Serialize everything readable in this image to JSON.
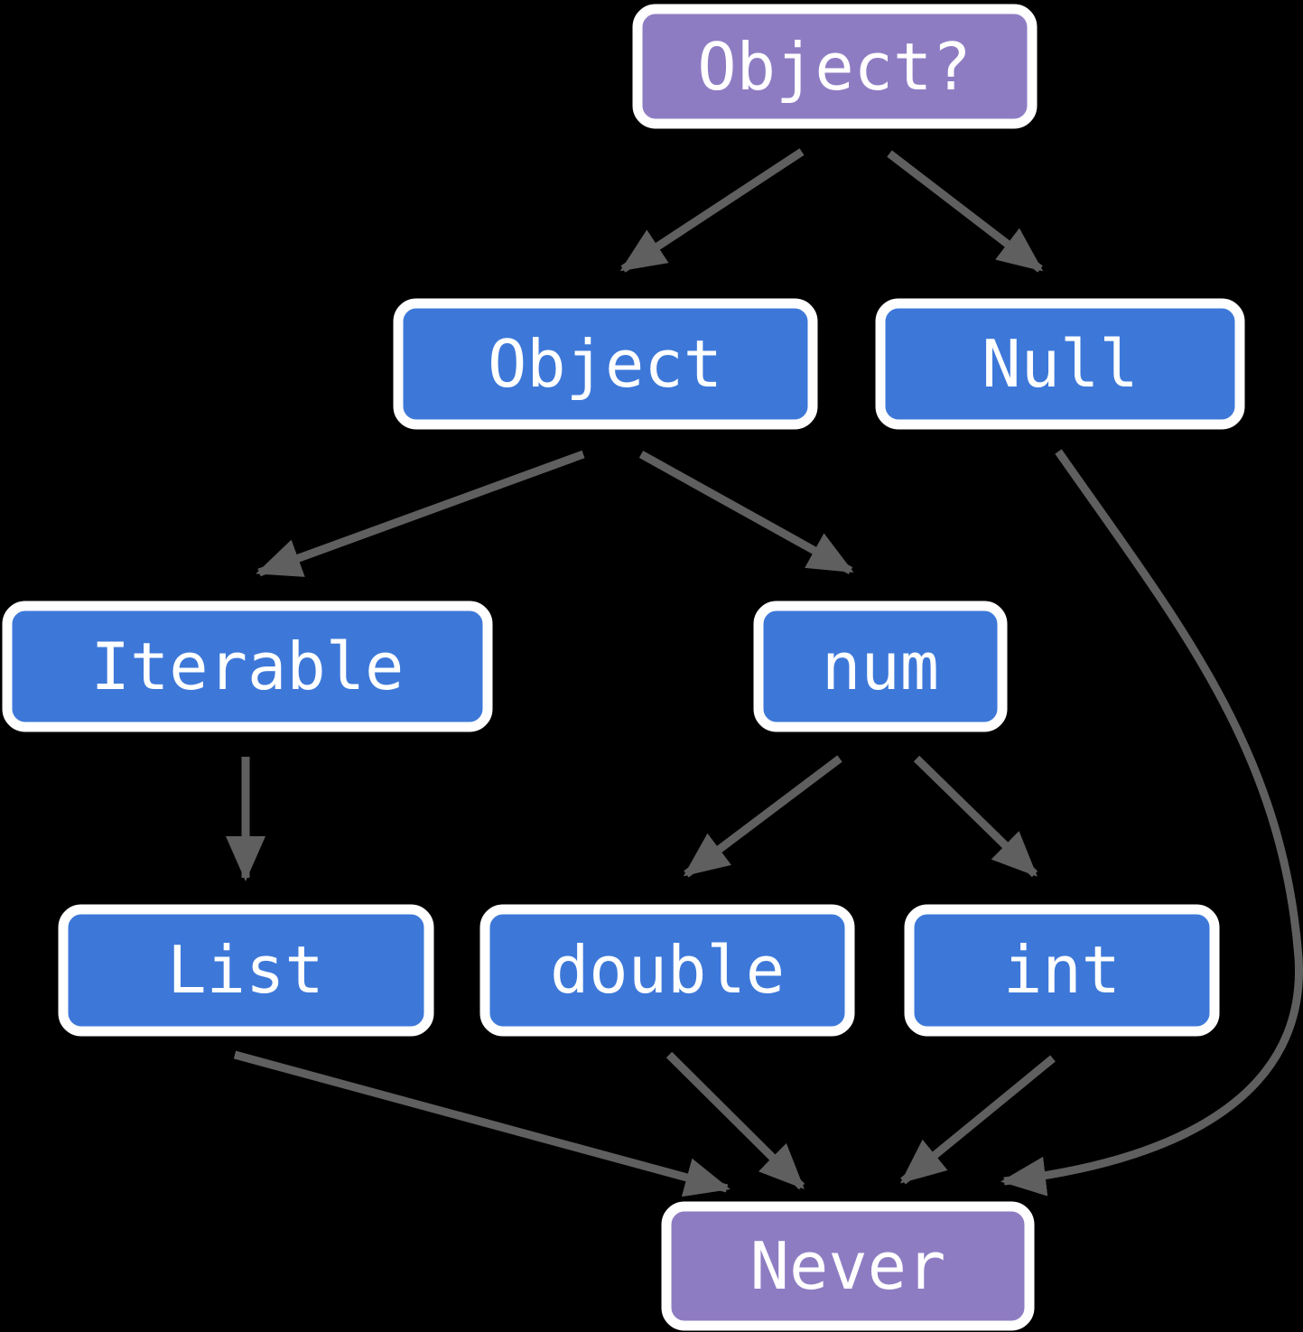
{
  "diagram": {
    "kind": "type-hierarchy",
    "nodes": {
      "object_nullable": {
        "label": "Object?",
        "role": "nullable-top-type"
      },
      "object": {
        "label": "Object",
        "role": "type"
      },
      "null": {
        "label": "Null",
        "role": "type"
      },
      "iterable": {
        "label": "Iterable",
        "role": "type"
      },
      "num": {
        "label": "num",
        "role": "type"
      },
      "list": {
        "label": "List",
        "role": "type"
      },
      "double": {
        "label": "double",
        "role": "type"
      },
      "int": {
        "label": "int",
        "role": "type"
      },
      "never": {
        "label": "Never",
        "role": "bottom-type"
      }
    },
    "edges": [
      {
        "from": "Object?",
        "to": "Object"
      },
      {
        "from": "Object?",
        "to": "Null"
      },
      {
        "from": "Object",
        "to": "Iterable"
      },
      {
        "from": "Object",
        "to": "num"
      },
      {
        "from": "Null",
        "to": "Never"
      },
      {
        "from": "Iterable",
        "to": "List"
      },
      {
        "from": "num",
        "to": "double"
      },
      {
        "from": "num",
        "to": "int"
      },
      {
        "from": "List",
        "to": "Never"
      },
      {
        "from": "double",
        "to": "Never"
      },
      {
        "from": "int",
        "to": "Never"
      }
    ]
  },
  "colors": {
    "background": "#000000",
    "purple_node": "#8e7cc3",
    "blue_node": "#3d78d9",
    "node_border": "#ffffff",
    "node_text": "#ffffff",
    "edge": "#5f5f5f"
  }
}
